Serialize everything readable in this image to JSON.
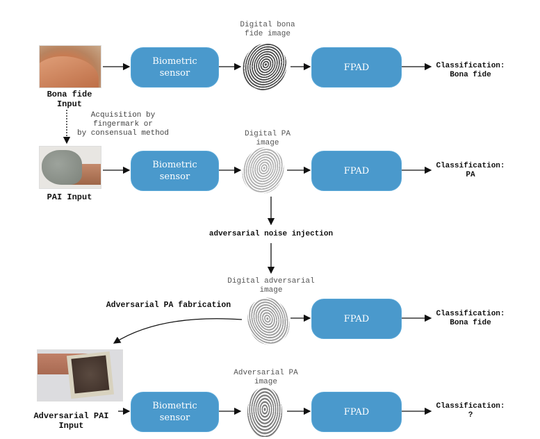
{
  "diagram": {
    "rows": [
      {
        "input_label": "Bona fide\nInput",
        "sensor_label": "Biometric\nsensor",
        "image_label": "Digital bona\nfide image",
        "fpad_label": "FPAD",
        "classification": "Classification:\nBona fide"
      },
      {
        "input_label": "PAI Input",
        "sensor_label": "Biometric\nsensor",
        "image_label": "Digital PA\nimage",
        "fpad_label": "FPAD",
        "classification": "Classification:\nPA"
      },
      {
        "image_label": "Digital adversarial\nimage",
        "fpad_label": "FPAD",
        "classification": "Classification:\nBona fide"
      },
      {
        "input_label": "Adversarial PAI\nInput",
        "sensor_label": "Biometric\nsensor",
        "image_label": "Adversarial PA\nimage",
        "fpad_label": "FPAD",
        "classification": "Classification:\n?"
      }
    ],
    "acquisition_label": "Acquisition by\nfingermark or\nby consensual method",
    "noise_label": "adversarial noise injection",
    "fabrication_label": "Adversarial PA fabrication"
  },
  "colors": {
    "box_fill": "#4a99cc",
    "box_text": "#ffffff",
    "arrow": "#111111"
  }
}
